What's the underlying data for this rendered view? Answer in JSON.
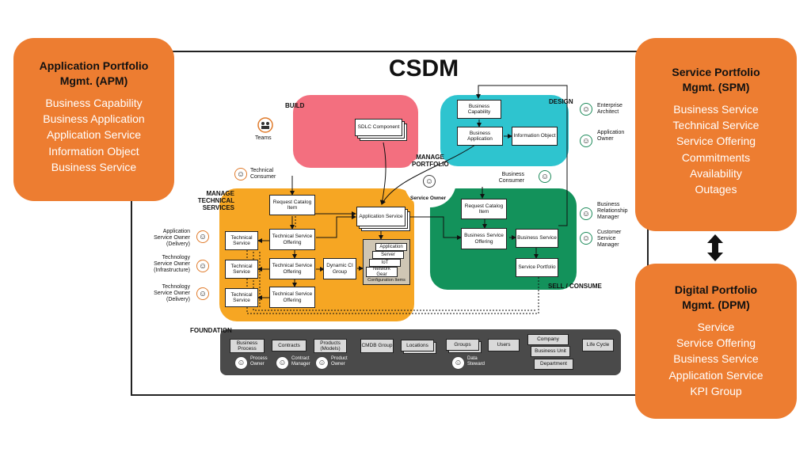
{
  "title": "CSDM",
  "apm": {
    "heading": "Application Portfolio Mgmt. (APM)",
    "items": [
      "Business Capability",
      "Business Application",
      "Application Service",
      "Information Object",
      "Business Service"
    ]
  },
  "spm": {
    "heading": "Service Portfolio Mgmt. (SPM)",
    "items": [
      "Business Service",
      "Technical Service",
      "Service Offering",
      "Commitments",
      "Availability",
      "Outages"
    ]
  },
  "dpm": {
    "heading": "Digital Portfolio Mgmt. (DPM)",
    "items": [
      "Service",
      "Service Offering",
      "Business Service",
      "Application Service",
      "KPI Group"
    ]
  },
  "zones": {
    "build": "BUILD",
    "design": "DESIGN",
    "manage_portfolio": "MANAGE PORTFOLIO",
    "manage_technical": "MANAGE TECHNICAL SERVICES",
    "sell_consume": "SELL / CONSUME",
    "foundation": "FOUNDATION"
  },
  "build": {
    "sdlc": "SDLC Component",
    "teams": "Teams"
  },
  "design": {
    "business_capability": "Business Capability",
    "business_application": "Business Application",
    "information_object": "Information Object"
  },
  "roles_right": {
    "enterprise_architect": "Enterprise Architect",
    "application_owner": "Application Owner",
    "business_relationship_manager": "Business Relationship Manager",
    "customer_service_manager": "Customer Service Manager"
  },
  "roles_left": {
    "app_service_owner": "Application Service Owner (Delivery)",
    "tech_service_owner_infra": "Technology Service Owner (Infrastructure)",
    "tech_service_owner_delivery": "Technology Service Owner (Delivery)"
  },
  "service_owner": "Service Owner",
  "technical_consumer": "Technical Consumer",
  "business_consumer": "Business Consumer",
  "tech": {
    "request_catalog_item": "Request Catalog Item",
    "technical_service": "Technical Service",
    "technical_service_offering": "Technical Service Offering",
    "dynamic_ci_group": "Dynamic CI Group",
    "application_service": "Application Service",
    "ci_stack": [
      "Application",
      "Server",
      "IoT",
      "Network Gear"
    ],
    "configuration_items": "Configuration Items"
  },
  "sell": {
    "request_catalog_item": "Request Catalog Item",
    "business_service_offering": "Business Service Offering",
    "business_service": "Business Service",
    "service_portfolio": "Service Portfolio"
  },
  "foundation": {
    "business_process": "Business Process",
    "contracts": "Contracts",
    "products": "Products (Models)",
    "cmdb_group": "CMDB Group",
    "locations": "Locations",
    "groups": "Groups",
    "users": "Users",
    "company": "Company",
    "business_unit": "Business Unit",
    "department": "Department",
    "life_cycle": "Life Cycle",
    "process_owner": "Process Owner",
    "contract_manager": "Contract Manager",
    "product_owner": "Product Owner",
    "data_steward": "Data Steward"
  },
  "colors": {
    "build": "#f36f7f",
    "design": "#2ec4cf",
    "technical": "#f6a623",
    "sell": "#13925b",
    "foundation": "#4a4a4a",
    "card": "#ed7d31"
  }
}
